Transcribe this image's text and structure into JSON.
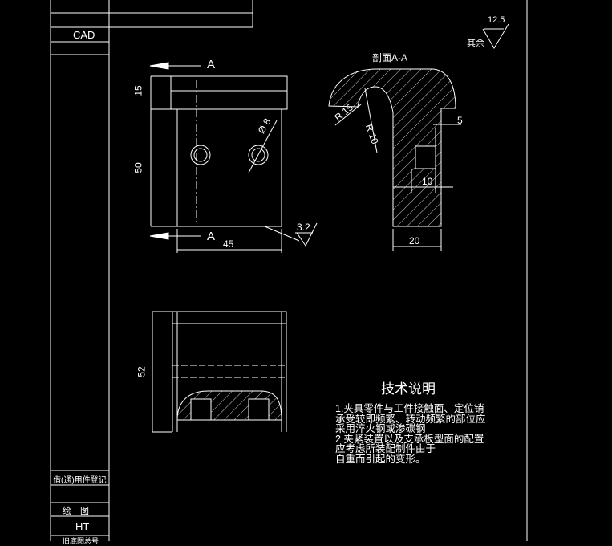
{
  "title_block": {
    "cad_label": "CAD",
    "register_label": "借(通)用件登记",
    "drawing_label": "绘　图",
    "drawer_initials": "HT",
    "bottom_cut_label": "旧底图总号"
  },
  "roughness": {
    "rest_value": "12.5",
    "rest_label": "其余",
    "face_value": "3.2"
  },
  "section_label": "剖面A-A",
  "section_marks": {
    "top": "A",
    "bottom": "A"
  },
  "dimensions": {
    "front_height_top": "15",
    "front_height_body": "50",
    "front_width": "45",
    "hole_diameter": "Ø 8",
    "radius_outer": "R 15",
    "radius_inner": "R 10",
    "section_offset": "5",
    "section_slot": "10",
    "section_width": "20",
    "bottom_view_height": "52"
  },
  "notes": {
    "heading": "技术说明",
    "lines": [
      "1.夹具零件与工件接触面、定位销",
      "承受较即频繁、转动频繁的部位应",
      "采用淬火钢或渗碳钢",
      "2.夹紧装置以及支承板型面的配置",
      "应考虑所装配制件由于",
      "自重而引起的变形。"
    ]
  },
  "colors": {
    "background": "#000000",
    "line": "#ffffff"
  }
}
